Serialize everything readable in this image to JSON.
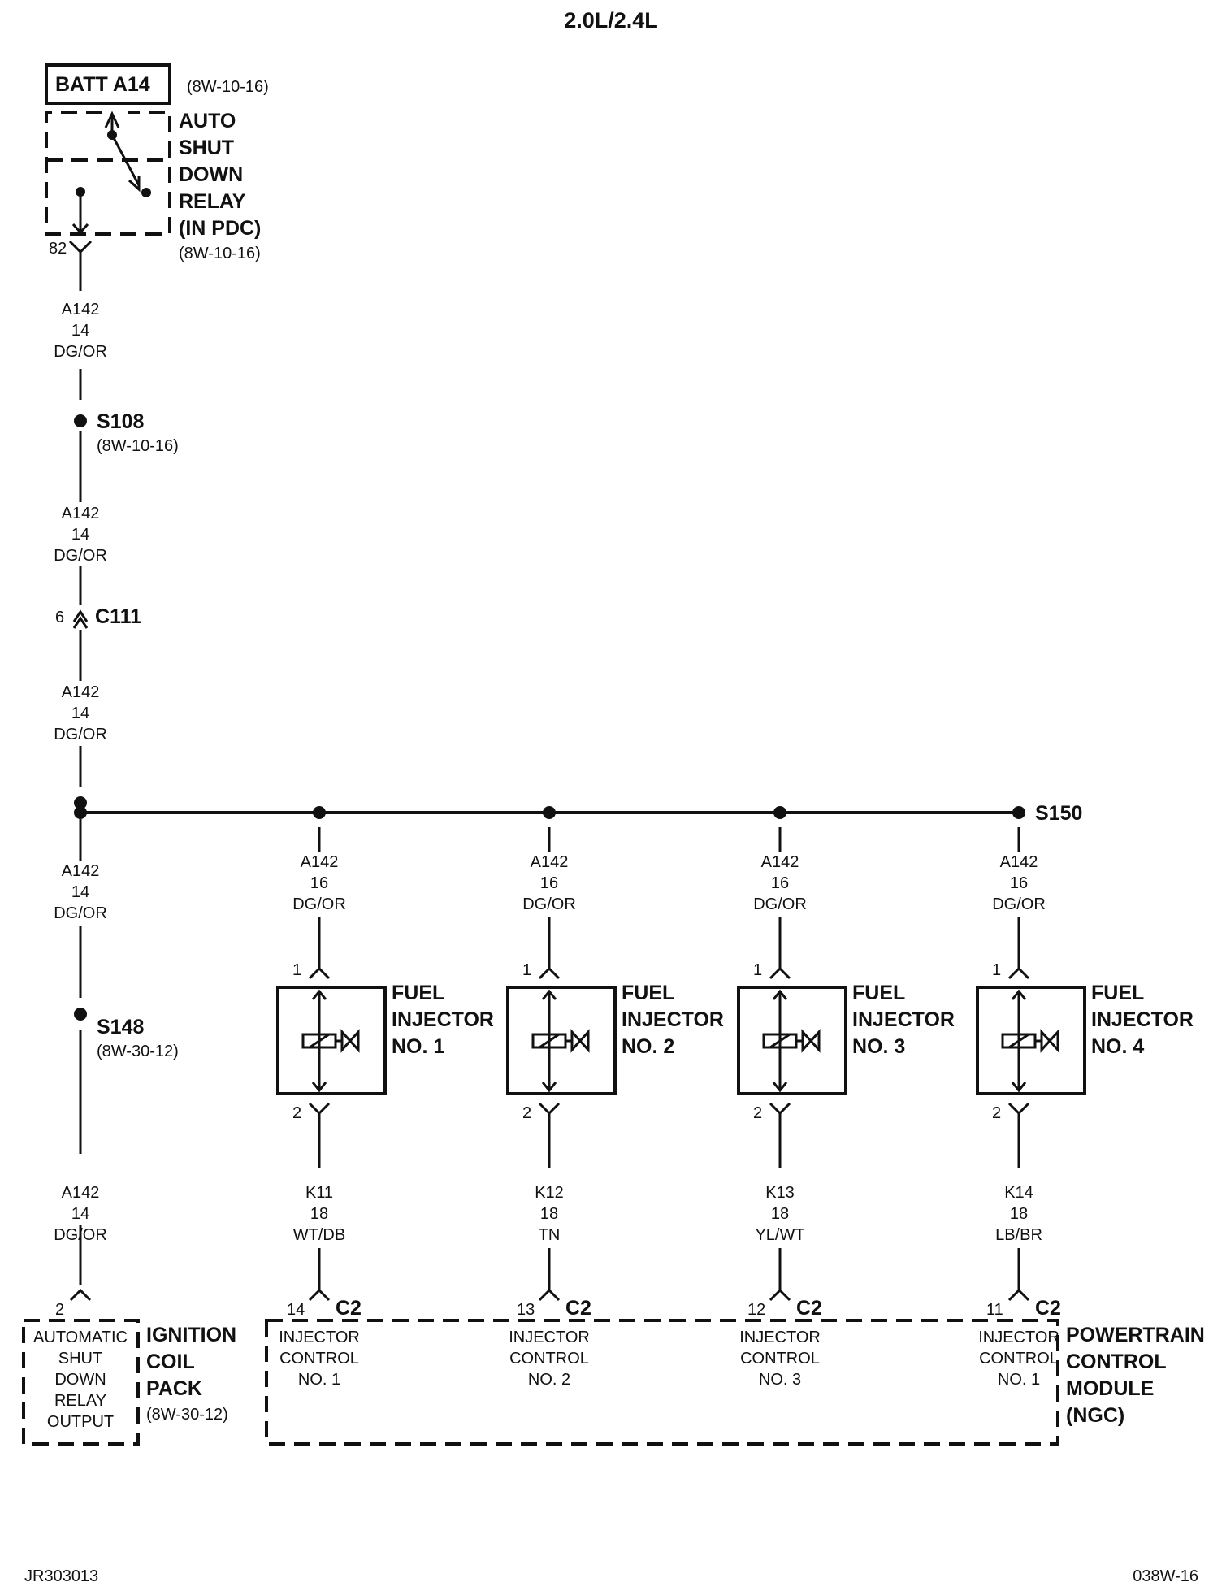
{
  "title": "2.0L/2.4L",
  "footer": {
    "left": "JR303013",
    "right": "038W-16"
  },
  "batt": {
    "label": "BATT A14",
    "ref": "(8W-10-16)"
  },
  "asd_relay": {
    "lines": [
      "AUTO",
      "SHUT",
      "DOWN",
      "RELAY",
      "(IN PDC)"
    ],
    "ref": "(8W-10-16)",
    "pin": "82"
  },
  "wire_a142_14": {
    "circuit": "A142",
    "gauge": "14",
    "color": "DG/OR"
  },
  "splice_s108": {
    "name": "S108",
    "ref": "(8W-10-16)"
  },
  "connector_c111": {
    "pin": "6",
    "name": "C111"
  },
  "splice_s150": {
    "name": "S150"
  },
  "splice_s148": {
    "name": "S148",
    "ref": "(8W-30-12)"
  },
  "ignition_coil": {
    "pin": "2",
    "box_lines": [
      "AUTOMATIC",
      "SHUT",
      "DOWN",
      "RELAY",
      "OUTPUT"
    ],
    "name_lines": [
      "IGNITION",
      "COIL",
      "PACK"
    ],
    "ref": "(8W-30-12)"
  },
  "injectors": [
    {
      "feed": {
        "circuit": "A142",
        "gauge": "16",
        "color": "DG/OR"
      },
      "pin_in": "1",
      "name_lines": [
        "FUEL",
        "INJECTOR",
        "NO. 1"
      ],
      "pin_out": "2",
      "ctrl": {
        "circuit": "K11",
        "gauge": "18",
        "color": "WT/DB"
      },
      "pcm_pin": "14",
      "pcm_conn": "C2",
      "pcm_lines": [
        "INJECTOR",
        "CONTROL",
        "NO. 1"
      ]
    },
    {
      "feed": {
        "circuit": "A142",
        "gauge": "16",
        "color": "DG/OR"
      },
      "pin_in": "1",
      "name_lines": [
        "FUEL",
        "INJECTOR",
        "NO. 2"
      ],
      "pin_out": "2",
      "ctrl": {
        "circuit": "K12",
        "gauge": "18",
        "color": "TN"
      },
      "pcm_pin": "13",
      "pcm_conn": "C2",
      "pcm_lines": [
        "INJECTOR",
        "CONTROL",
        "NO. 2"
      ]
    },
    {
      "feed": {
        "circuit": "A142",
        "gauge": "16",
        "color": "DG/OR"
      },
      "pin_in": "1",
      "name_lines": [
        "FUEL",
        "INJECTOR",
        "NO. 3"
      ],
      "pin_out": "2",
      "ctrl": {
        "circuit": "K13",
        "gauge": "18",
        "color": "YL/WT"
      },
      "pcm_pin": "12",
      "pcm_conn": "C2",
      "pcm_lines": [
        "INJECTOR",
        "CONTROL",
        "NO. 3"
      ]
    },
    {
      "feed": {
        "circuit": "A142",
        "gauge": "16",
        "color": "DG/OR"
      },
      "pin_in": "1",
      "name_lines": [
        "FUEL",
        "INJECTOR",
        "NO. 4"
      ],
      "pin_out": "2",
      "ctrl": {
        "circuit": "K14",
        "gauge": "18",
        "color": "LB/BR"
      },
      "pcm_pin": "11",
      "pcm_conn": "C2",
      "pcm_lines": [
        "INJECTOR",
        "CONTROL",
        "NO. 1"
      ]
    }
  ],
  "pcm": {
    "name_lines": [
      "POWERTRAIN",
      "CONTROL",
      "MODULE",
      "(NGC)"
    ]
  }
}
